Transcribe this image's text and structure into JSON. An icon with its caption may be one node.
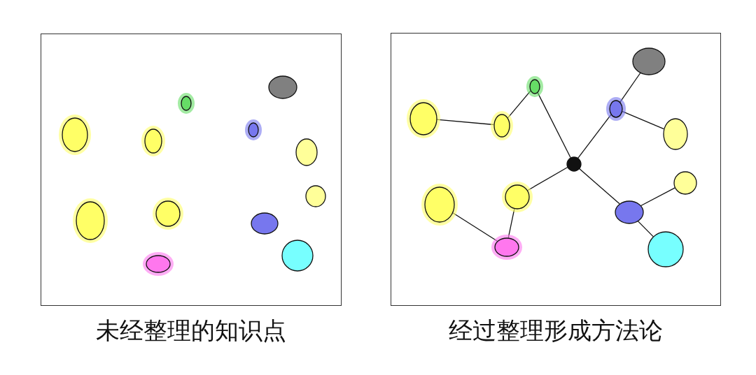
{
  "diagram": {
    "nodes": [
      {
        "text": [
          "未经整理的知识点"
        ]
      },
      {
        "text": [],
        "shape": "circle",
        "in": 0
      },
      {
        "text": [],
        "shape": "circle",
        "in": 0
      },
      {
        "text": [],
        "shape": "circle",
        "in": 0
      },
      {
        "text": [],
        "shape": "circle",
        "in": 0
      },
      {
        "text": [],
        "shape": "circle",
        "in": 0
      },
      {
        "text": [],
        "shape": "circle",
        "in": 0
      },
      {
        "text": [],
        "shape": "circle",
        "in": 0
      },
      {
        "text": [],
        "shape": "circle",
        "in": 0
      },
      {
        "text": [],
        "shape": "circle",
        "in": 0
      },
      {
        "text": [],
        "shape": "circle",
        "in": 0
      },
      {
        "text": [],
        "shape": "circle",
        "in": 0
      },
      {
        "text": [],
        "shape": "circle",
        "in": 0
      },
      {
        "text": [
          "经过整理形成方法论"
        ]
      },
      {
        "text": [],
        "shape": "circle",
        "in": 13
      },
      {
        "text": [],
        "shape": "circle",
        "in": 13
      },
      {
        "text": [],
        "shape": "circle",
        "in": 13
      },
      {
        "text": [],
        "shape": "circle",
        "in": 13
      },
      {
        "text": [],
        "shape": "circle",
        "in": 13
      },
      {
        "text": [],
        "shape": "circle",
        "in": 13
      },
      {
        "text": [],
        "shape": "circle",
        "in": 13
      },
      {
        "text": [],
        "shape": "circle",
        "in": 13
      },
      {
        "text": [],
        "shape": "circle",
        "in": 13
      },
      {
        "text": [],
        "shape": "circle",
        "in": 13
      },
      {
        "text": [],
        "shape": "circle",
        "in": 13
      },
      {
        "text": [],
        "shape": "circle",
        "in": 13
      },
      {
        "text": [],
        "shape": "circle",
        "in": 13
      }
    ],
    "edges": [
      {
        "from": 16,
        "to": 17,
        "arrow": "none"
      },
      {
        "from": 17,
        "to": 15,
        "arrow": "none"
      },
      {
        "from": 15,
        "to": 20,
        "arrow": "none"
      },
      {
        "from": 20,
        "to": 18,
        "arrow": "none"
      },
      {
        "from": 18,
        "to": 14,
        "arrow": "none"
      },
      {
        "from": 18,
        "to": 19,
        "arrow": "none"
      },
      {
        "from": 20,
        "to": 23,
        "arrow": "none"
      },
      {
        "from": 20,
        "to": 24,
        "arrow": "none"
      },
      {
        "from": 24,
        "to": 21,
        "arrow": "none"
      },
      {
        "from": 24,
        "to": 26,
        "arrow": "none"
      },
      {
        "from": 23,
        "to": 25,
        "arrow": "none"
      },
      {
        "from": 22,
        "to": 25,
        "arrow": "none"
      }
    ]
  }
}
